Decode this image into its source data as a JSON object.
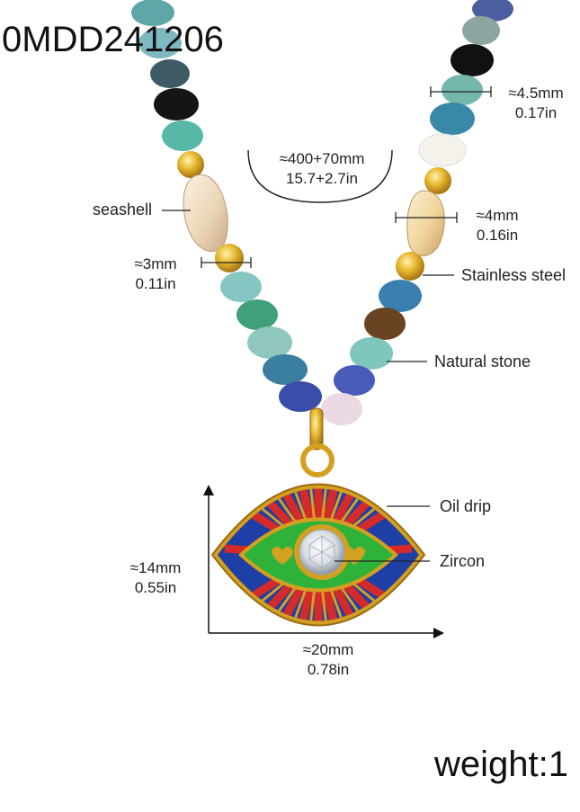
{
  "product_code": "0MDD241206",
  "weight_label": "weight:1",
  "length": {
    "mm": "≈400+70mm",
    "inch": "15.7+2.7in"
  },
  "bead_large": {
    "mm": "≈4.5mm",
    "inch": "0.17in"
  },
  "bead_shell": {
    "mm": "≈4mm",
    "inch": "0.16in"
  },
  "bead_small": {
    "mm": "≈3mm",
    "inch": "0.11in"
  },
  "pendant_height": {
    "mm": "≈14mm",
    "inch": "0.55in"
  },
  "pendant_width": {
    "mm": "≈20mm",
    "inch": "0.78in"
  },
  "materials": {
    "seashell": "seashell",
    "steel": "Stainless steel",
    "stone": "Natural stone",
    "oil_drip": "Oil drip",
    "zircon": "Zircon"
  },
  "colors": {
    "gold": "#d4a020",
    "enamel_green": "#2fb23a",
    "enamel_red": "#d42a2a",
    "enamel_blue": "#1d3fa6",
    "shell": "#f0dcc0"
  }
}
